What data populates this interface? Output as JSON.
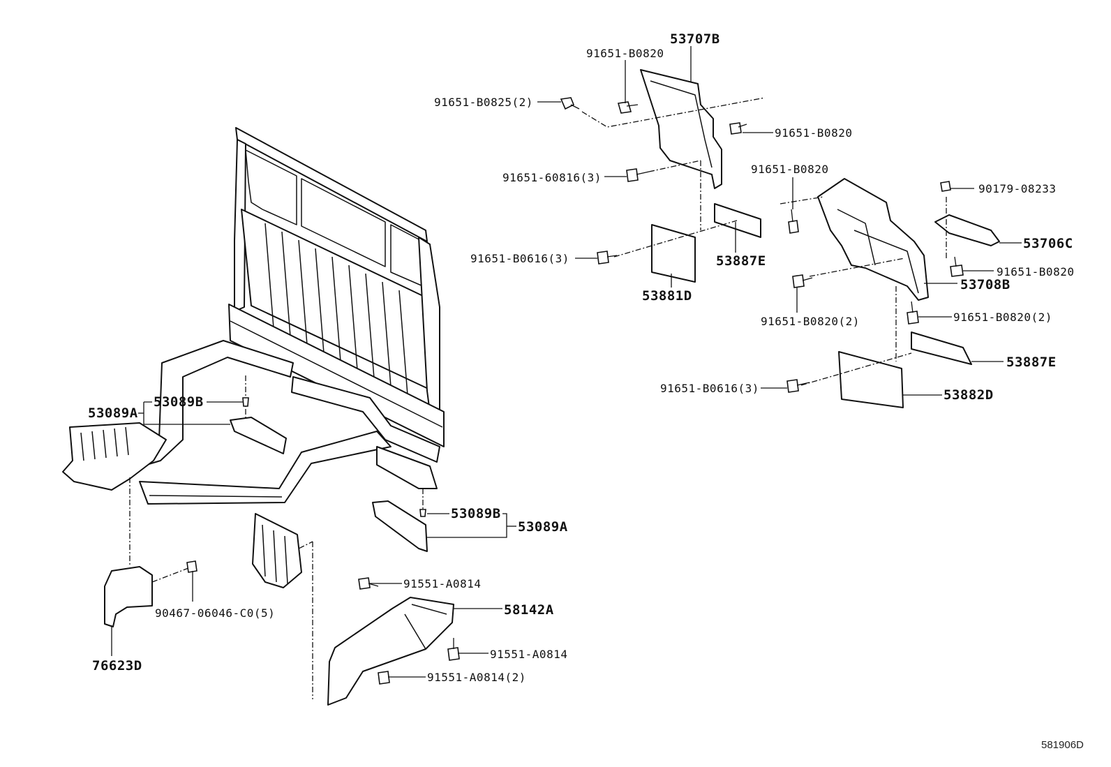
{
  "diagram_id": "581906D",
  "labels": {
    "p53707B": "53707B",
    "b91651_B0820_top": "91651-B0820",
    "b91651_B0825_2": "91651-B0825(2)",
    "b91651_B0820_right1": "91651-B0820",
    "b91651_60816_3": "91651-60816(3)",
    "b91651_B0820_mid": "91651-B0820",
    "b90179_08233": "90179-08233",
    "p53706C": "53706C",
    "b91651_B0616_3_a": "91651-B0616(3)",
    "p53887E_a": "53887E",
    "b91651_B0820_right2": "91651-B0820",
    "p53708B": "53708B",
    "p53881D": "53881D",
    "b91651_B0820_2_a": "91651-B0820(2)",
    "b91651_B0820_2_b": "91651-B0820(2)",
    "p53887E_b": "53887E",
    "b91651_B0616_3_b": "91651-B0616(3)",
    "p53882D": "53882D",
    "p53089B_a": "53089B",
    "p53089A_a": "53089A",
    "p53089B_b": "53089B",
    "p53089A_b": "53089A",
    "b91551_A0814_a": "91551-A0814",
    "p58142A": "58142A",
    "b90467_06046_C0_5": "90467-06046-C0(5)",
    "b91551_A0814_b": "91551-A0814",
    "b91551_A0814_2": "91551-A0814(2)",
    "p76623D": "76623D"
  }
}
